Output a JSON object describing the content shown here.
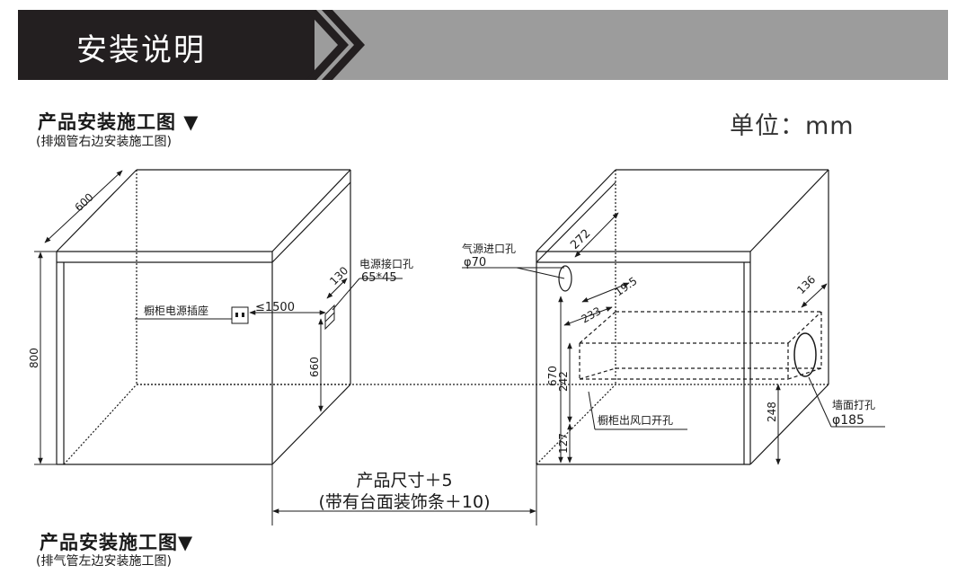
{
  "banner": {
    "title": "安装说明"
  },
  "section1": {
    "title": "产品安装施工图 ▼",
    "subtitle": "(排烟管右边安装施工图)"
  },
  "section2": {
    "title": "产品安装施工图▼",
    "subtitle": "(排气管左边安装施工图)"
  },
  "unit": "单位：mm",
  "left_cabinet": {
    "depth": "600",
    "height": "800",
    "socket_label": "橱柜电源插座",
    "max_distance": "≤1500",
    "power_port_label": "电源接口孔",
    "power_port_size": "65*45",
    "port_offset": "130",
    "port_height": "660"
  },
  "right_cabinet": {
    "gas_inlet_label": "气源进口孔",
    "gas_inlet_size": "φ70",
    "gas_offset": "272",
    "dim_19_5": "19.5",
    "dim_233": "233",
    "dim_670": "670",
    "dim_242": "242",
    "dim_127": "127",
    "vent_label": "橱柜出风口开孔",
    "wall_offset": "136",
    "wall_height": "248",
    "wall_hole_label": "墙面打孔",
    "wall_hole_size": "φ185"
  },
  "product_size": "产品尺寸＋5",
  "product_size_trim": "(带有台面装饰条＋10)"
}
